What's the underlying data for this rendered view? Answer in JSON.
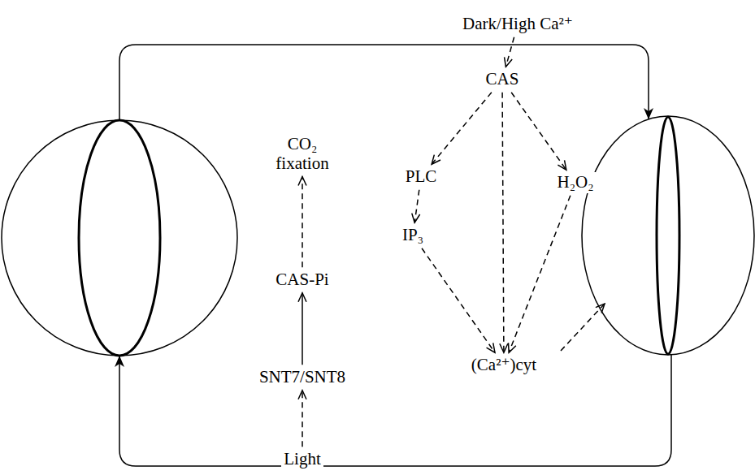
{
  "diagram": {
    "nodes": [
      {
        "text": [
          "Dark/High Ca²⁺"
        ]
      },
      {
        "text": [
          "CAS"
        ]
      },
      {
        "text": [
          "CO₂ fixation"
        ]
      },
      {
        "text": [
          "PLC"
        ]
      },
      {
        "text": [
          "H₂O₂"
        ]
      },
      {
        "text": [
          "IP₃"
        ]
      },
      {
        "text": [
          "CAS-Pi"
        ]
      },
      {
        "text": [
          "(Ca²⁺)cyt"
        ]
      },
      {
        "text": [
          "SNT7/SNT8"
        ]
      },
      {
        "text": [
          "Light"
        ]
      }
    ],
    "edges": [
      {
        "from": 0,
        "to": 1,
        "arrow": "to"
      },
      {
        "from": 1,
        "to": 3,
        "arrow": "to"
      },
      {
        "from": 1,
        "to": 4,
        "arrow": "to"
      },
      {
        "from": 1,
        "to": 7,
        "arrow": "to"
      },
      {
        "from": 3,
        "to": 5,
        "arrow": "to"
      },
      {
        "from": 5,
        "to": 7,
        "arrow": "to"
      },
      {
        "from": 4,
        "to": 7,
        "arrow": "to"
      },
      {
        "from": 9,
        "to": 8,
        "arrow": "to"
      },
      {
        "from": 8,
        "to": 6,
        "arrow": "to"
      },
      {
        "from": 6,
        "to": 2,
        "arrow": "to"
      }
    ]
  }
}
